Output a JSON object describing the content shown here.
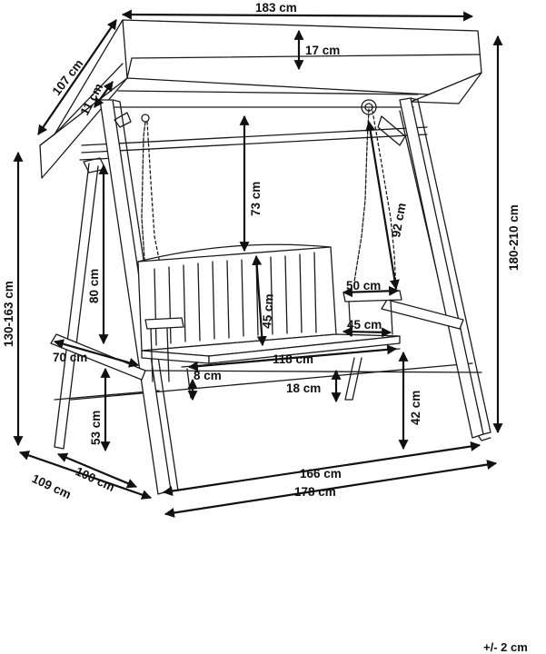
{
  "diagram": {
    "subject": "garden-swing-dimensions",
    "labels": {
      "width_top": "183 cm",
      "depth_top": "107 cm",
      "canopy_height": "17 cm",
      "canopy_overhang": "11 cm",
      "chain_length": "73 cm",
      "chain_side": "92 cm",
      "total_height": "180-210 cm",
      "adjustable_height": "130-163 cm",
      "seat_back_height": "80 cm",
      "backrest_height": "45 cm",
      "armrest_depth": "50 cm",
      "seat_depth": "45 cm",
      "seat_width": "118 cm",
      "side_depth": "70 cm",
      "seat_thickness": "8 cm",
      "ground_clearance": "18 cm",
      "seat_height": "42 cm",
      "lower_height": "53 cm",
      "base_width": "166 cm",
      "base_depth_inner": "100 cm",
      "base_depth_outer": "109 cm",
      "base_width_outer": "178 cm"
    },
    "tolerance": "+/- 2 cm"
  }
}
